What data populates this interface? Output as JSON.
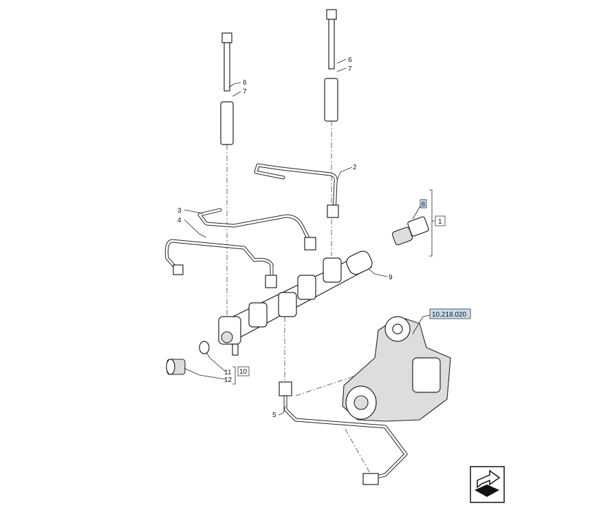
{
  "diagram": {
    "callouts": {
      "bolt_left_6": "6",
      "bolt_left_7": "7",
      "bolt_right_6": "6",
      "bolt_right_7": "7",
      "pipe_2": "2",
      "pipe_3": "3",
      "pipe_4": "4",
      "pipe_5": "5",
      "sensor_8": "8",
      "group_1": "1",
      "rail_9": "9",
      "ring_11": "11",
      "plug_12": "12",
      "group_10": "10",
      "pump_reference": "10.218.020"
    },
    "highlight_color": "#c8dcef",
    "navigation_icon": "return-arrow-icon"
  }
}
